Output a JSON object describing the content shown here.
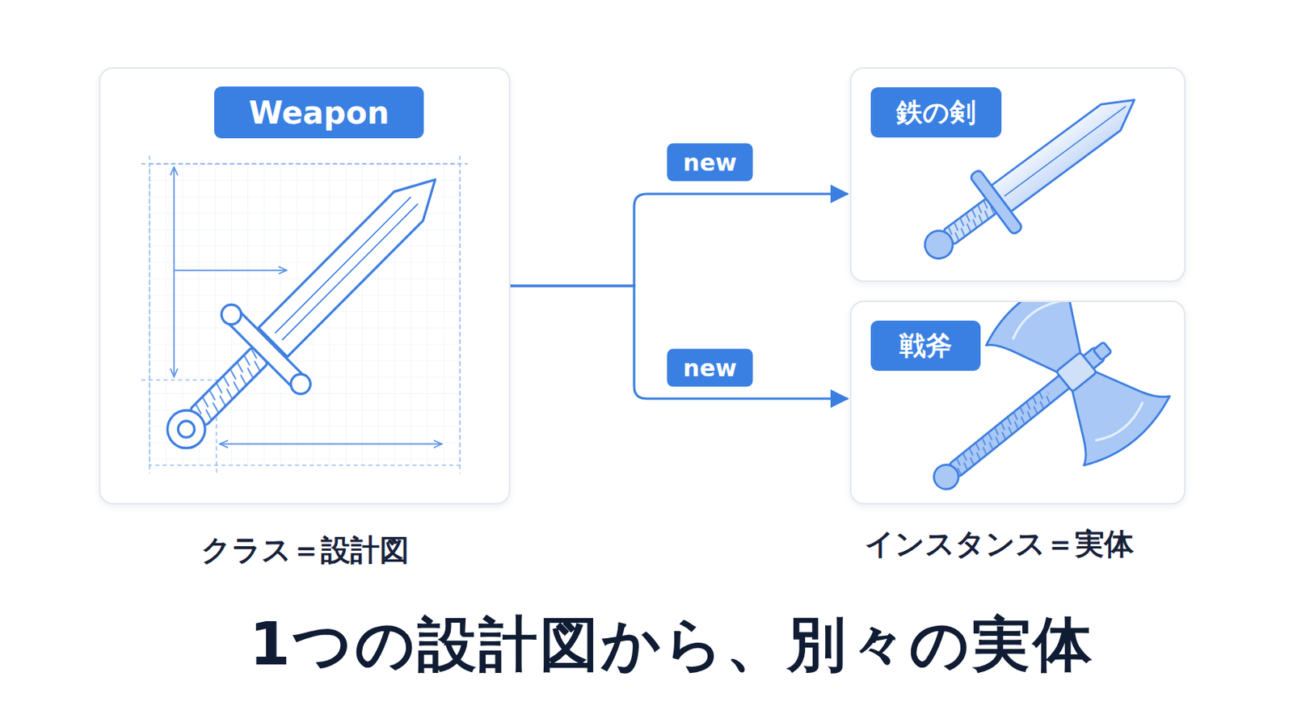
{
  "diagram": {
    "title": "1つの設計図から、別々の実体",
    "nodes": [
      {
        "text": [
          "Weapon",
          "クラス＝設計図"
        ]
      },
      {
        "text": [
          "鉄の剣"
        ]
      },
      {
        "text": [
          "戦斧"
        ]
      }
    ],
    "edges": [
      {
        "from": 0,
        "to": 1,
        "label": "new",
        "arrow": "to"
      },
      {
        "from": 0,
        "to": 2,
        "label": "new",
        "arrow": "to"
      }
    ],
    "labels": [
      "インスタンス＝実体"
    ]
  }
}
